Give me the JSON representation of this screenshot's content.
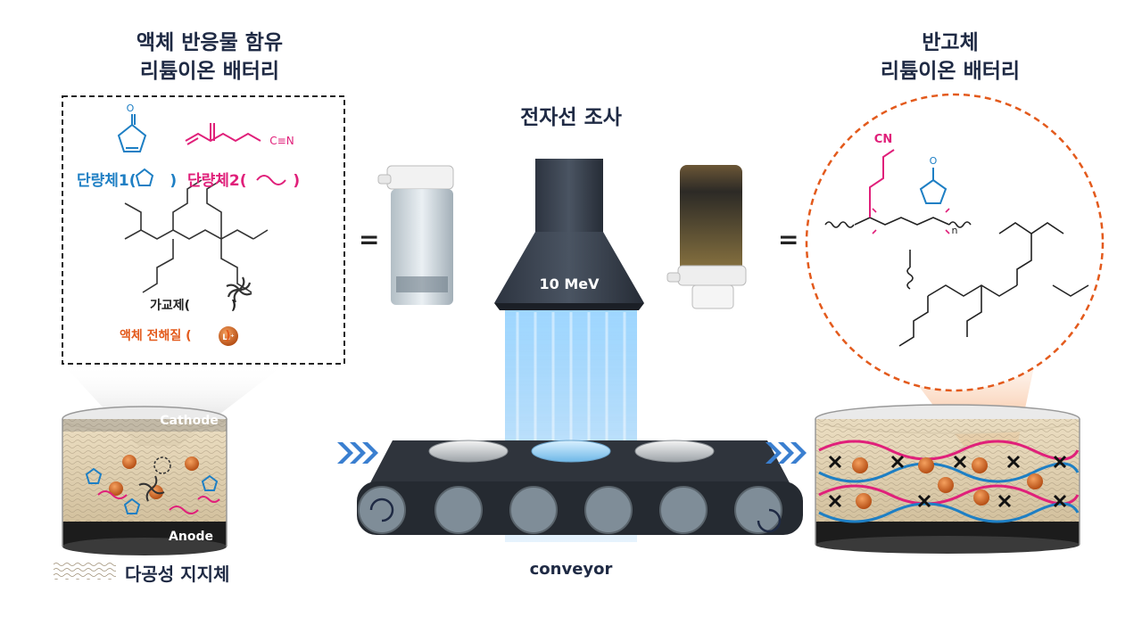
{
  "left": {
    "title_line1": "액체 반응물 함유",
    "title_line2": "리튬이온 배터리",
    "monomer1_label": "단량체1(",
    "monomer1_close": ")",
    "monomer2_label": "단량체2(",
    "monomer2_close": ")",
    "crosslinker_label": "가교제(",
    "crosslinker_close": ")",
    "electrolyte_label": "액체 전해질 (",
    "electrolyte_close": ")",
    "cathode": "Cathode",
    "anode": "Anode",
    "li_ion": "Li⁺",
    "structure_o": "O",
    "structure_cn": "C≡N"
  },
  "center": {
    "title": "전자선 조사",
    "beam_energy": "10 MeV",
    "conveyor": "conveyor"
  },
  "right": {
    "title_line1": "반고체",
    "title_line2": "리튬이온 배터리",
    "structure_cn": "CN",
    "structure_o": "O",
    "structure_n": "n"
  },
  "equals": "=",
  "legend": {
    "porous_support": "다공성 지지체"
  },
  "colors": {
    "blue": "#1e7fc4",
    "pink": "#e0207a",
    "orange": "#e35a1c",
    "navy": "#1f2a44",
    "beam": "#4fb3ff",
    "arrow": "#3a7fd0"
  }
}
